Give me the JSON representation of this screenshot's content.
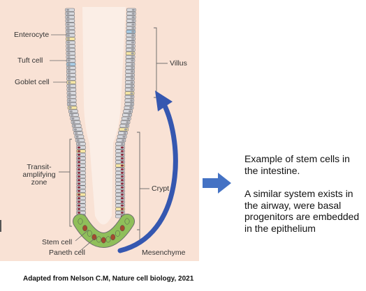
{
  "figure": {
    "labels": {
      "enterocyte": "Enterocyte",
      "tuft_cell": "Tuft cell",
      "goblet_cell": "Goblet cell",
      "transit_amplifying_zone": [
        "Transit-",
        "amplifying",
        "zone"
      ],
      "stem_cell": "Stem cell",
      "paneth_cell": "Paneth cell",
      "villus": "Villus",
      "crypt": "Crypt",
      "mesenchyme": "Mesenchyme"
    },
    "colors": {
      "background": "#f9e2d5",
      "epithelial_cell": "#d7d9de",
      "goblet_cell": "#f5e6a4",
      "tuft_cell": "#a9cde6",
      "transit_amplifying_nucleus": "#8a2a3a",
      "stem_cell": "#8fbf5a",
      "paneth_cell": "#a34a2e",
      "arrow": "#3557b0"
    }
  },
  "caption": {
    "lines": [
      "Example of stem cells in the intestine.",
      "A similar system exists in the airway, were basal progenitors are embedded in the epithelium"
    ]
  },
  "credit": "Adapted from Nelson C.M, Nature cell biology, 2021",
  "right_arrow_color": "#4472c4"
}
